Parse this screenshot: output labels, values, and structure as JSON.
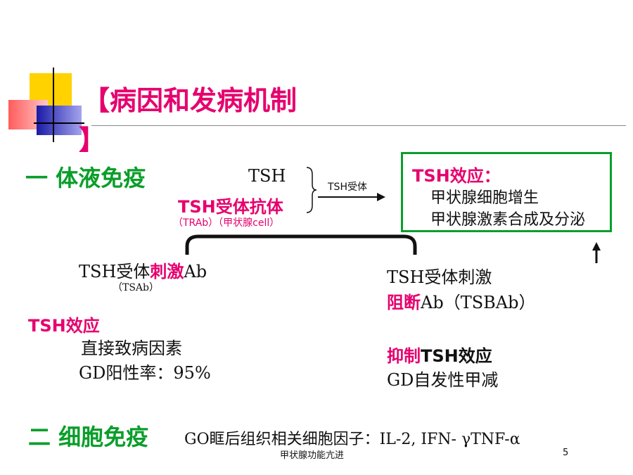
{
  "title": {
    "bracket_open": "【",
    "text": "病因和发病机制",
    "bracket_close": "】"
  },
  "section1": {
    "label": "一  体液免疫"
  },
  "section2": {
    "label": "二  细胞免疫"
  },
  "diagram": {
    "tsh": "TSH",
    "trab": "TSH受体抗体",
    "trab_sub": "（TRAb）（甲状腺cell）",
    "arrow_label": "TSH受体",
    "effect_box": {
      "title": "TSH效应：",
      "line1": "甲状腺细胞增生",
      "line2": "甲状腺激素合成及分泌"
    },
    "tsab": {
      "pre": "TSH受体",
      "emph": "刺激",
      "post": "Ab",
      "sub": "（TSAb）"
    },
    "tsbab": {
      "line1": "TSH受体刺激",
      "emph": "阻断",
      "post": "Ab（TSBAb）"
    }
  },
  "left_notes": {
    "effect_title": "TSH效应",
    "direct": "直接致病因素",
    "gd_rate": "GD阳性率：95%"
  },
  "right_notes": {
    "inhibit_emph": "抑制",
    "inhibit_rest": "TSH效应",
    "gd_hypo": "GD自发性甲减"
  },
  "cellular": {
    "text": "GO眶后组织相关细胞因子：IL-2, IFN- γTNF-α"
  },
  "footer": {
    "text": "甲状腺功能亢进",
    "page": "5"
  },
  "colors": {
    "accent": "#e6006e",
    "heading": "#0a9e2a",
    "box_border": "#0a9e2a"
  }
}
